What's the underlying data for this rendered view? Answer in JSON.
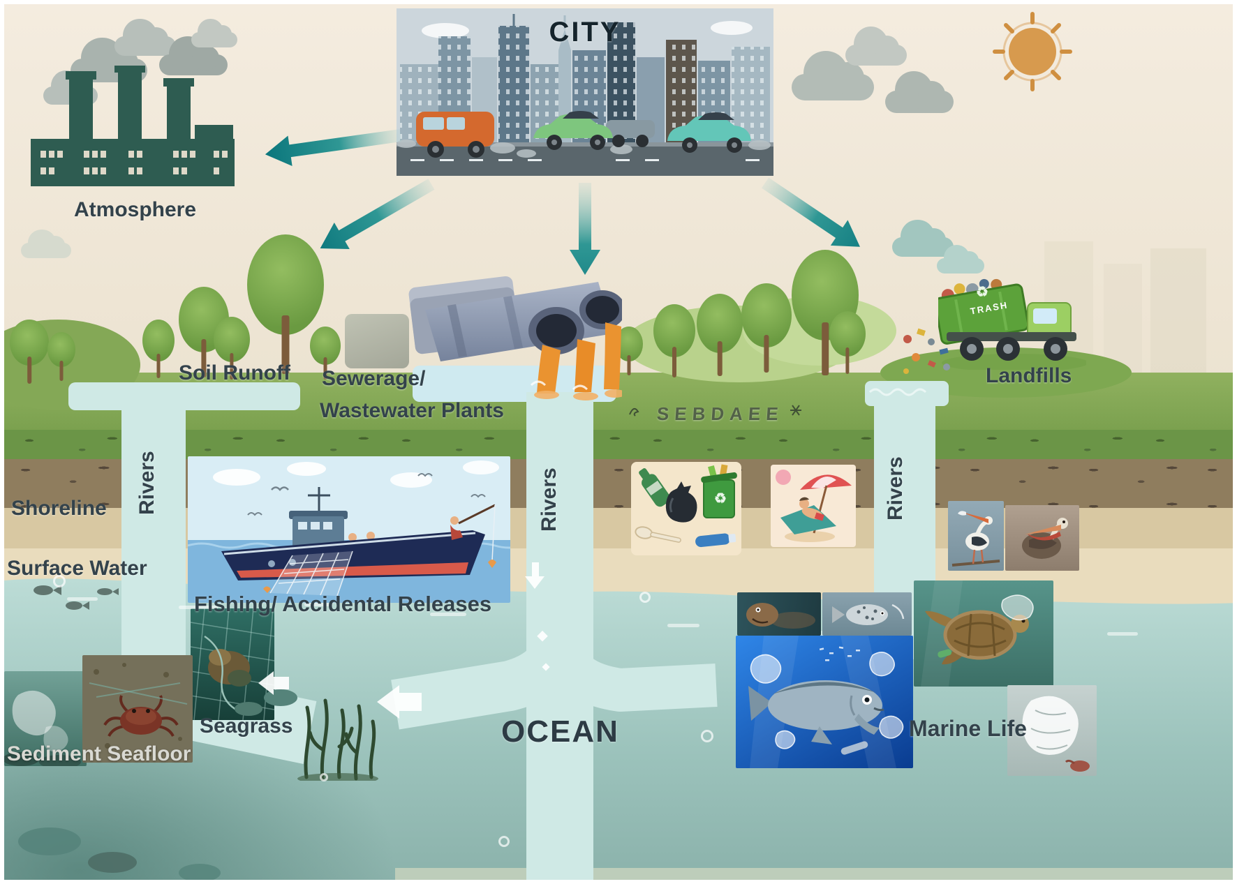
{
  "labels": {
    "city": "CITY",
    "atmosphere": "Atmosphere",
    "soil_runoff": "Soil Runoff",
    "sewerage_line1": "Sewerage/",
    "sewerage_line2": "Wastewater Plants",
    "landfills": "Landfills",
    "river_left": "Rivers",
    "river_center": "Rivers",
    "river_right": "Rivers",
    "shoreline": "Shoreline",
    "surface_water": "Surface Water",
    "fishing_releases": "Fishing/ Accidental Releases",
    "seagrass": "Seagrass",
    "sediment_seafloor": "Sediment Seafloor",
    "ocean": "OCEAN",
    "marine_life": "Marine Life",
    "grass_text": "SEBDAEE"
  },
  "truck": {
    "label": "TRASH",
    "recycle_icon": "♻"
  },
  "litter": {
    "recycle_icon": "♻"
  },
  "colors": {
    "arrow": "#0e7c81",
    "river": "#cfe9e5",
    "grass": "#85ab55",
    "ocean_top": "#bcdcd6",
    "ocean_bottom": "#8ab1aa",
    "sky": "#f1e9da",
    "label_text": "#33424b"
  }
}
